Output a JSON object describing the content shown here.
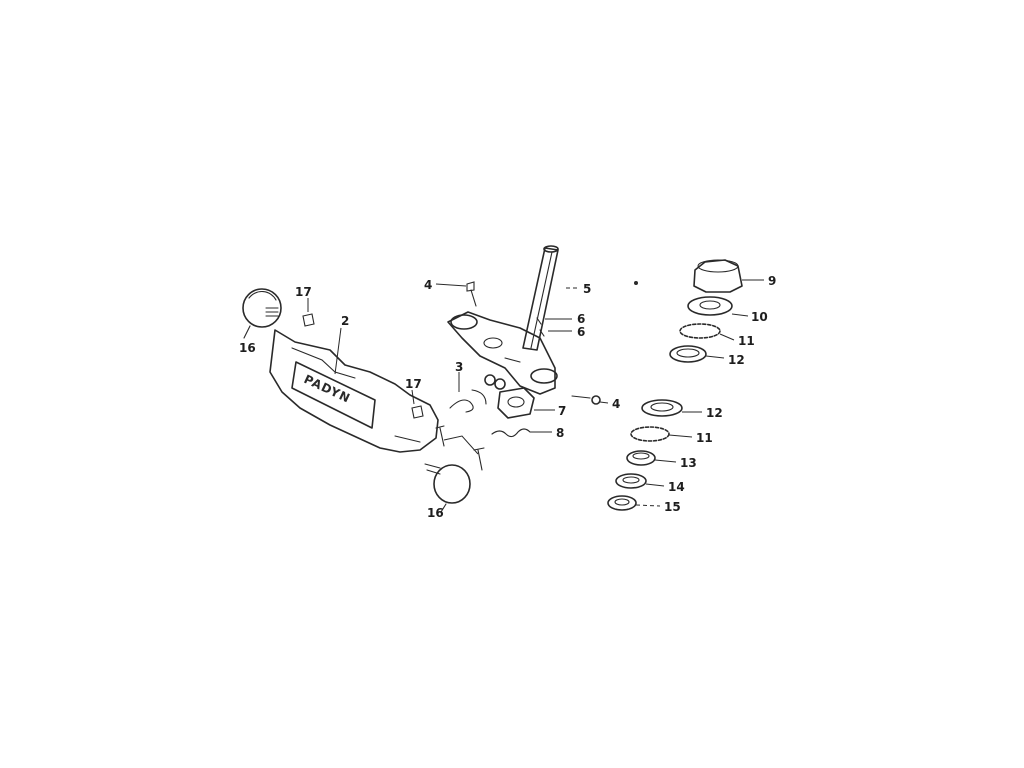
{
  "diagram": {
    "description_type": "exploded parts diagram",
    "badge_text": "PADYN",
    "callouts": [
      "2",
      "3",
      "4",
      "4",
      "5",
      "6",
      "6",
      "7",
      "8",
      "9",
      "10",
      "11",
      "12",
      "11",
      "12",
      "13",
      "14",
      "15",
      "16",
      "16",
      "17",
      "17"
    ]
  }
}
